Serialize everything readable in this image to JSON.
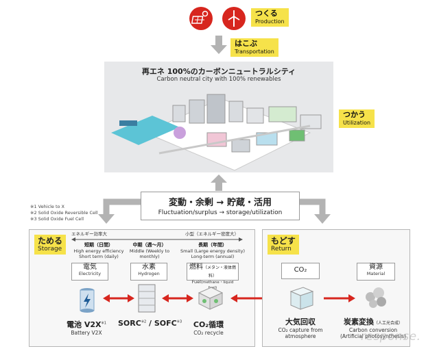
{
  "production": {
    "label_jp": "つくる",
    "label_en": "Production",
    "icons": [
      "solar-panel-icon",
      "wind-turbine-icon"
    ]
  },
  "transportation": {
    "label_jp": "はこぶ",
    "label_en": "Transportation"
  },
  "utilization": {
    "label_jp": "つかう",
    "label_en": "Utilization"
  },
  "city": {
    "title": "再エネ 100%のカーボンニュートラルシティ",
    "subtitle": "Carbon neutral city with 100% renewables"
  },
  "center": {
    "title": "変動・余剰 → 貯蔵・活用",
    "subtitle": "Fluctuation/surplus → storage/utilization"
  },
  "footnotes": [
    "※1 Vehicle to X",
    "※2 Solid Oxide Reversible Cell",
    "※3 Solid Oxide Fuel Cell"
  ],
  "storage": {
    "label_jp": "ためる",
    "label_en": "Storage",
    "efficiency_label": "エネルギー効率大",
    "density_label": "小型（エネルギー密度大）",
    "terms": [
      {
        "jp": "短期（日間）",
        "en1": "High energy efficiency",
        "en2": "Short term (daily)"
      },
      {
        "jp": "中期（週～月）",
        "en1": "Middle (Weekly to monthly)",
        "en2": ""
      },
      {
        "jp": "長期（年間）",
        "en1": "Small (Large energy density)",
        "en2": "Long-term (annual)"
      }
    ],
    "categories": [
      {
        "jp": "電気",
        "en": "Electricity"
      },
      {
        "jp": "水素",
        "en": "Hydrogen"
      },
      {
        "jp": "燃料",
        "jp_note": "（メタン・液体燃料）",
        "en": "Fuel",
        "en_note": "(methane・liquid fuel)"
      }
    ],
    "items": [
      {
        "jp": "電池 V2X",
        "sup": "※1",
        "en": "Battery V2X"
      },
      {
        "jp": "SORC",
        "sup": "※2",
        "jp2": " / SOFC",
        "sup2": "※3",
        "en": ""
      },
      {
        "jp": "CO₂循環",
        "en": "CO₂ recycle"
      }
    ]
  },
  "return": {
    "label_jp": "もどす",
    "label_en": "Return",
    "categories": [
      {
        "jp": "CO₂",
        "en": ""
      },
      {
        "jp": "資源",
        "en": "Material"
      }
    ],
    "items": [
      {
        "jp": "大気回収",
        "en1": "CO₂ capture from",
        "en2": "atmosphere"
      },
      {
        "jp": "炭素変換",
        "jp_note": "（人工光合成）",
        "en1": "Carbon conversion",
        "en2": "(Artificial photosynthesis)"
      }
    ]
  },
  "watermark": "response.",
  "colors": {
    "accent_red": "#d7261e",
    "tag_yellow": "#f6e24a",
    "arrow_gray": "#b3b3b3",
    "panel_gray": "#e7e8ea"
  }
}
